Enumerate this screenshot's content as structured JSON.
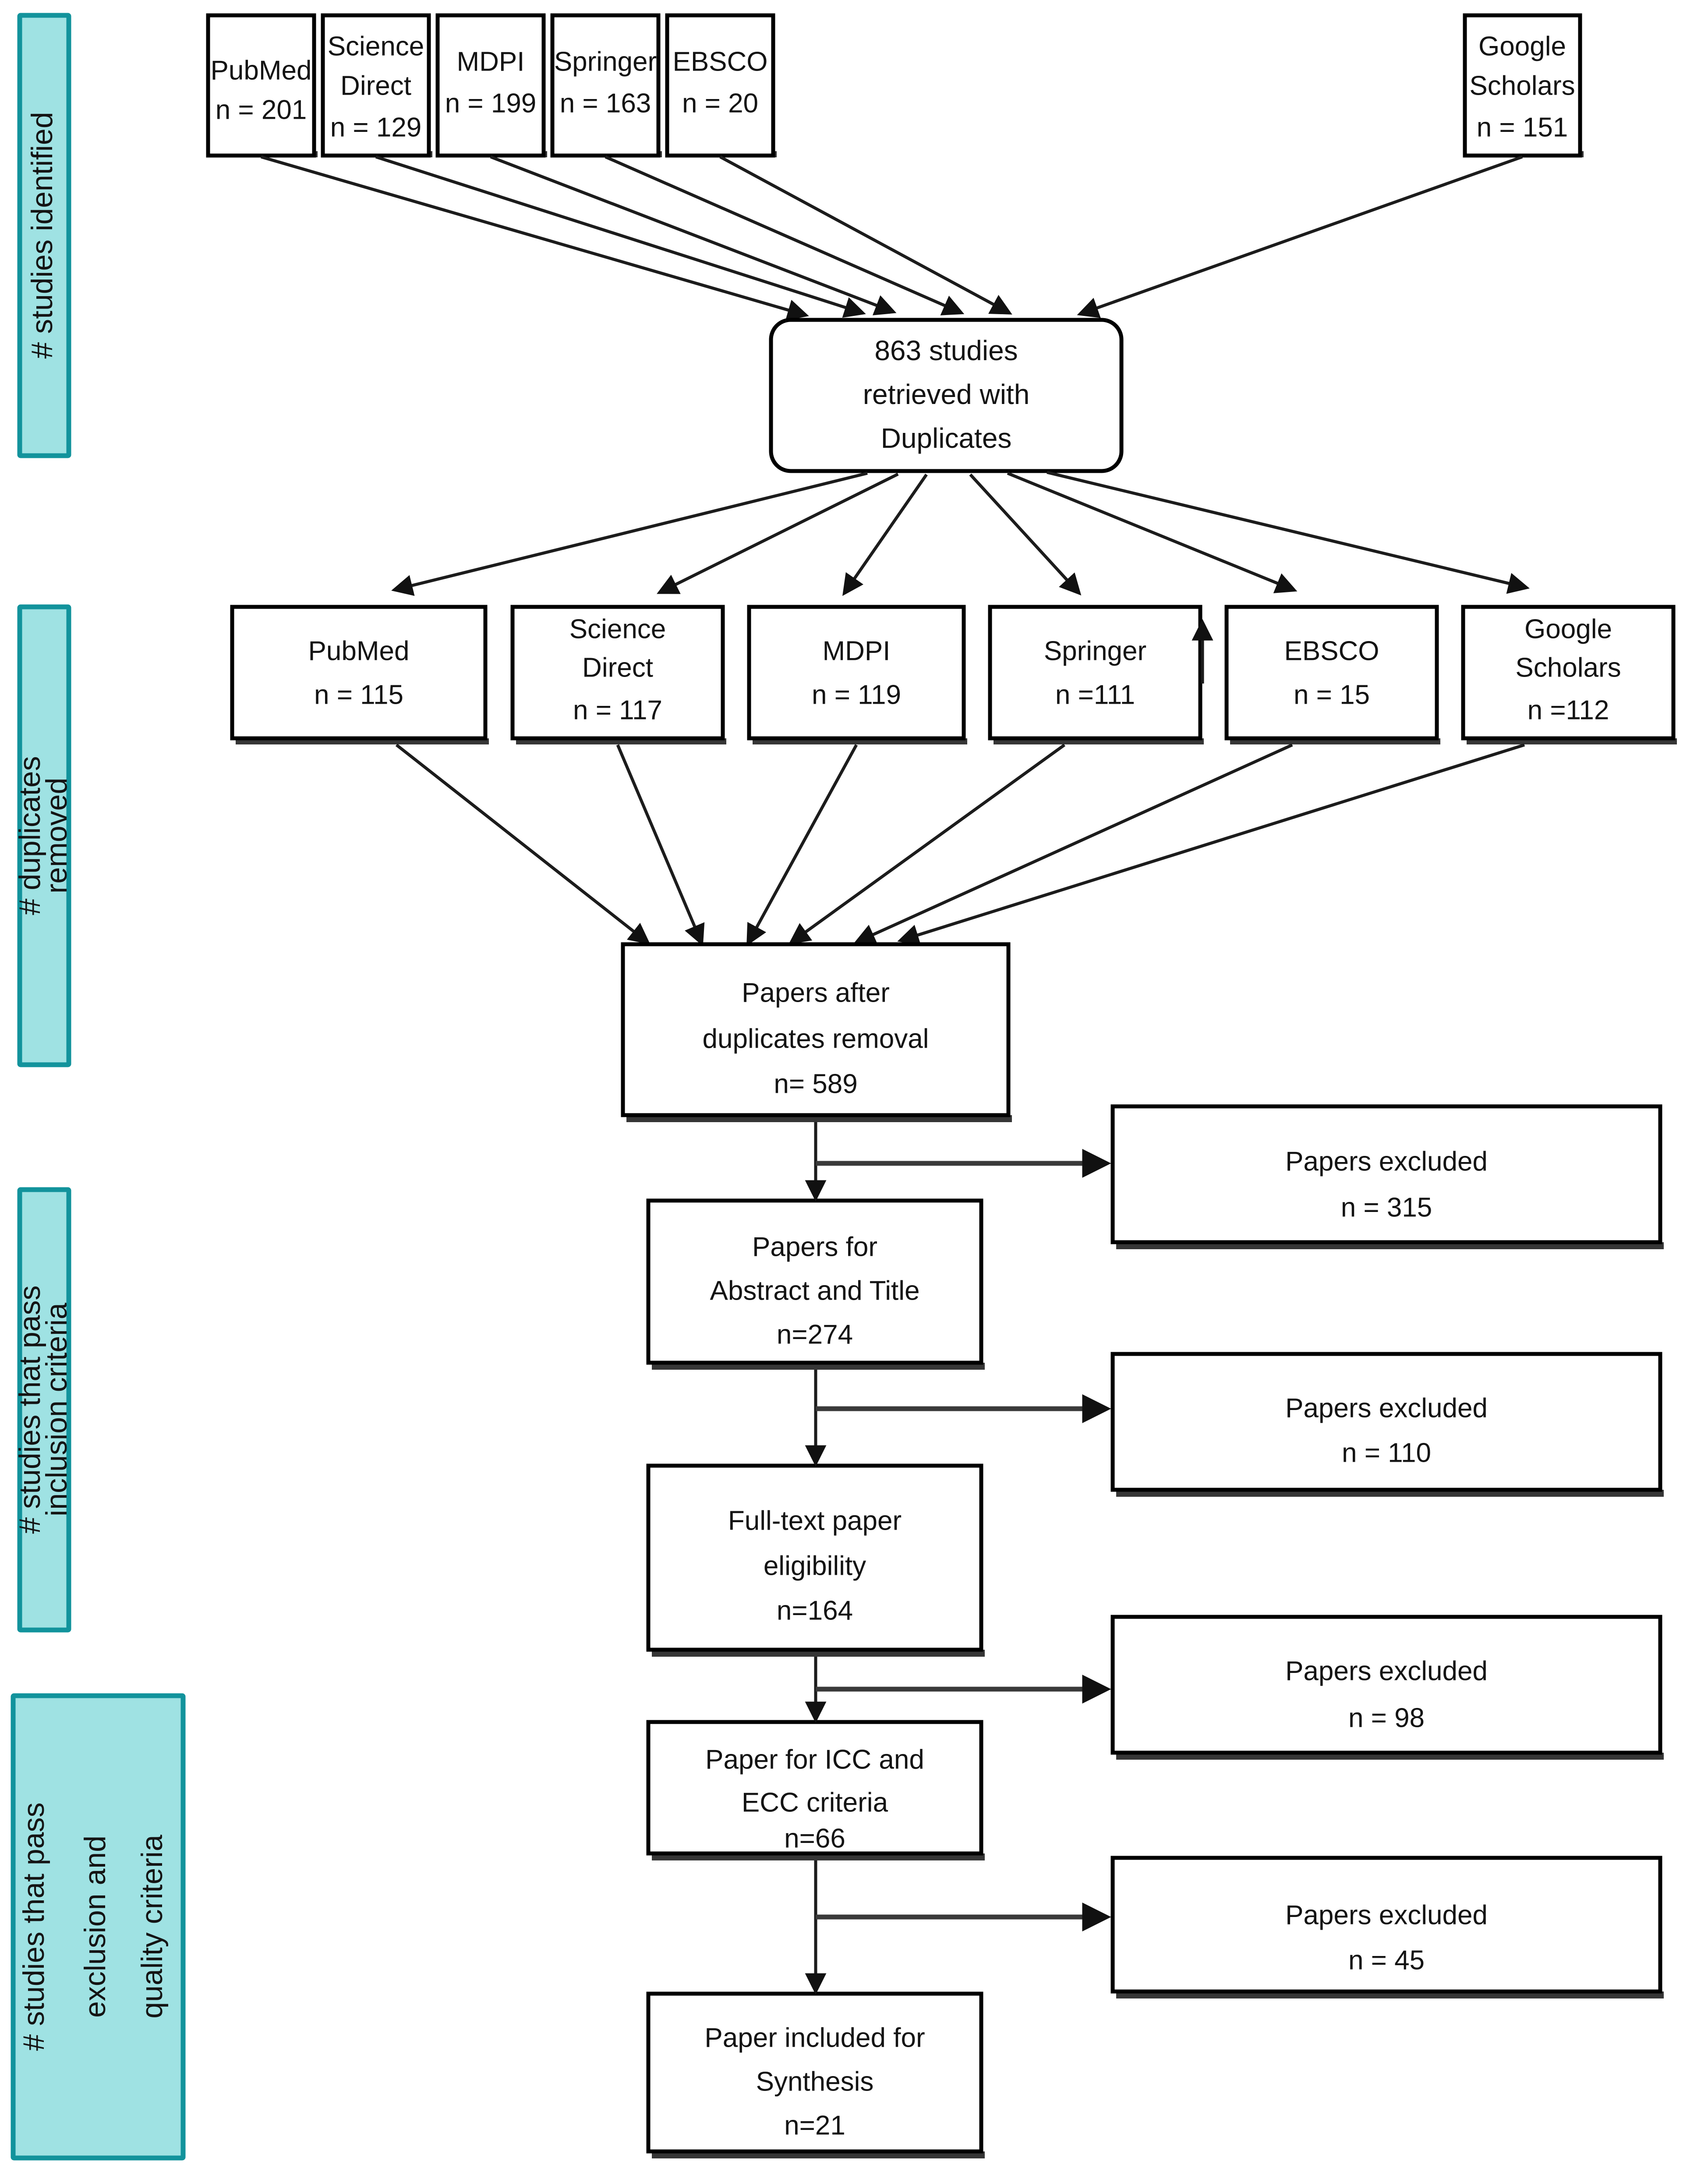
{
  "diagram": {
    "type": "prisma-flow-diagram",
    "title": "",
    "stage_labels": [
      {
        "id": "stage-identified",
        "lines": [
          "# studies identified"
        ],
        "color": "#9FE2E3",
        "border_color": "#12939C"
      },
      {
        "id": "stage-duplicates",
        "lines": [
          "# duplicates",
          "removed"
        ],
        "color": "#9FE2E3",
        "border_color": "#12939C"
      },
      {
        "id": "stage-inclusion",
        "lines": [
          "# studies that pass",
          "inclusion criteria"
        ],
        "color": "#9FE2E3",
        "border_color": "#12939C"
      },
      {
        "id": "stage-exclusion",
        "lines": [
          "# studies that pass",
          "exclusion and",
          "quality criteria"
        ],
        "color": "#9FE2E3",
        "border_color": "#12939C"
      }
    ],
    "identified_sources": [
      {
        "id": "src-pubmed",
        "lines": [
          "PubMed",
          "n = 201"
        ],
        "name": "PubMed",
        "count": 201
      },
      {
        "id": "src-sciencedirect",
        "lines": [
          "Science",
          "Direct",
          "n = 129"
        ],
        "name": "Science Direct",
        "count": 129
      },
      {
        "id": "src-mdpi",
        "lines": [
          "MDPI",
          "n = 199"
        ],
        "name": "MDPI",
        "count": 199
      },
      {
        "id": "src-springer",
        "lines": [
          "Springer",
          "n = 163"
        ],
        "name": "Springer",
        "count": 163
      },
      {
        "id": "src-ebsco",
        "lines": [
          "EBSCO",
          "n = 20"
        ],
        "name": "EBSCO",
        "count": 20
      },
      {
        "id": "src-google",
        "lines": [
          "Google",
          "Scholars",
          "n = 151"
        ],
        "name": "Google Scholars",
        "count": 151
      }
    ],
    "retrieved_box": {
      "id": "retrieved-with-duplicates",
      "lines": [
        "863 studies",
        "retrieved with",
        "Duplicates"
      ],
      "count": 863
    },
    "deduplicated_sources": [
      {
        "id": "dedup-pubmed",
        "lines": [
          "PubMed",
          "n = 115"
        ],
        "name": "PubMed",
        "count": 115
      },
      {
        "id": "dedup-sciencedirect",
        "lines": [
          "Science",
          "Direct",
          "n = 117"
        ],
        "name": "Science Direct",
        "count": 117
      },
      {
        "id": "dedup-mdpi",
        "lines": [
          "MDPI",
          "n = 119"
        ],
        "name": "MDPI",
        "count": 119
      },
      {
        "id": "dedup-springer",
        "lines": [
          "Springer",
          "n =111"
        ],
        "name": "Springer",
        "count": 111
      },
      {
        "id": "dedup-ebsco",
        "lines": [
          "EBSCO",
          "n = 15"
        ],
        "name": "EBSCO",
        "count": 15
      },
      {
        "id": "dedup-google",
        "lines": [
          "Google",
          "Scholars",
          "n =112"
        ],
        "name": "Google Scholars",
        "count": 112
      }
    ],
    "screening_boxes": [
      {
        "id": "papers-after-duplicates",
        "lines": [
          "Papers after",
          "duplicates removal",
          "n= 589"
        ],
        "count": 589
      },
      {
        "id": "papers-abstract-title",
        "lines": [
          "Papers for",
          "Abstract and Title",
          "n=274"
        ],
        "count": 274
      },
      {
        "id": "full-text-eligibility",
        "lines": [
          "Full-text paper",
          "eligibility",
          "n=164"
        ],
        "count": 164
      },
      {
        "id": "icc-ecc-criteria",
        "lines": [
          "Paper for ICC and",
          "ECC criteria",
          "n=66"
        ],
        "count": 66
      },
      {
        "id": "included-synthesis",
        "lines": [
          "Paper included for",
          "Synthesis",
          "n=21"
        ],
        "count": 21
      }
    ],
    "excluded_boxes": [
      {
        "id": "excluded-315",
        "lines": [
          "Papers excluded",
          "n = 315"
        ],
        "count": 315
      },
      {
        "id": "excluded-110",
        "lines": [
          "Papers excluded",
          "n = 110"
        ],
        "count": 110
      },
      {
        "id": "excluded-98",
        "lines": [
          "Papers excluded",
          "n =  98"
        ],
        "count": 98
      },
      {
        "id": "excluded-45",
        "lines": [
          "Papers excluded",
          "n = 45"
        ],
        "count": 45
      }
    ]
  }
}
